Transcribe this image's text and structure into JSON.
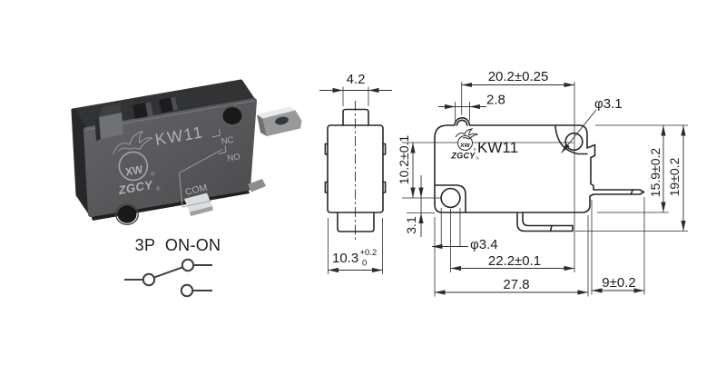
{
  "product_photo": {
    "model": "KW11",
    "brand_name": "ZGCY",
    "brand_mark": "XW",
    "registered": "®",
    "terminal_labels": {
      "nc": "NC",
      "no": "NO",
      "com": "COM"
    }
  },
  "circuit_symbol": {
    "label": "3P  ON-ON"
  },
  "side_view": {
    "dim_plunger_width": "4.2",
    "dim_body_width": "10.3",
    "dim_body_width_tol_upper": "+0.2",
    "dim_body_width_tol_lower": "0"
  },
  "front_view": {
    "model": "KW11",
    "brand_name": "ZGCY",
    "brand_mark": "XW",
    "registered": "®",
    "dim_hole_span_horizontal": "20.2±0.25",
    "dim_plunger_width": "2.8",
    "dim_hole_top_diameter": "φ3.1",
    "dim_hole_span_vertical": "10.2±0.1",
    "dim_hole_bottom_offset": "3.1",
    "dim_hole_bottom_diameter": "φ3.4",
    "dim_hole_center_span": "22.2±0.1",
    "dim_body_width": "27.8",
    "dim_terminal_length": "9±0.2",
    "dim_body_height": "15.9±0.2",
    "dim_total_height": "19±0.2"
  }
}
